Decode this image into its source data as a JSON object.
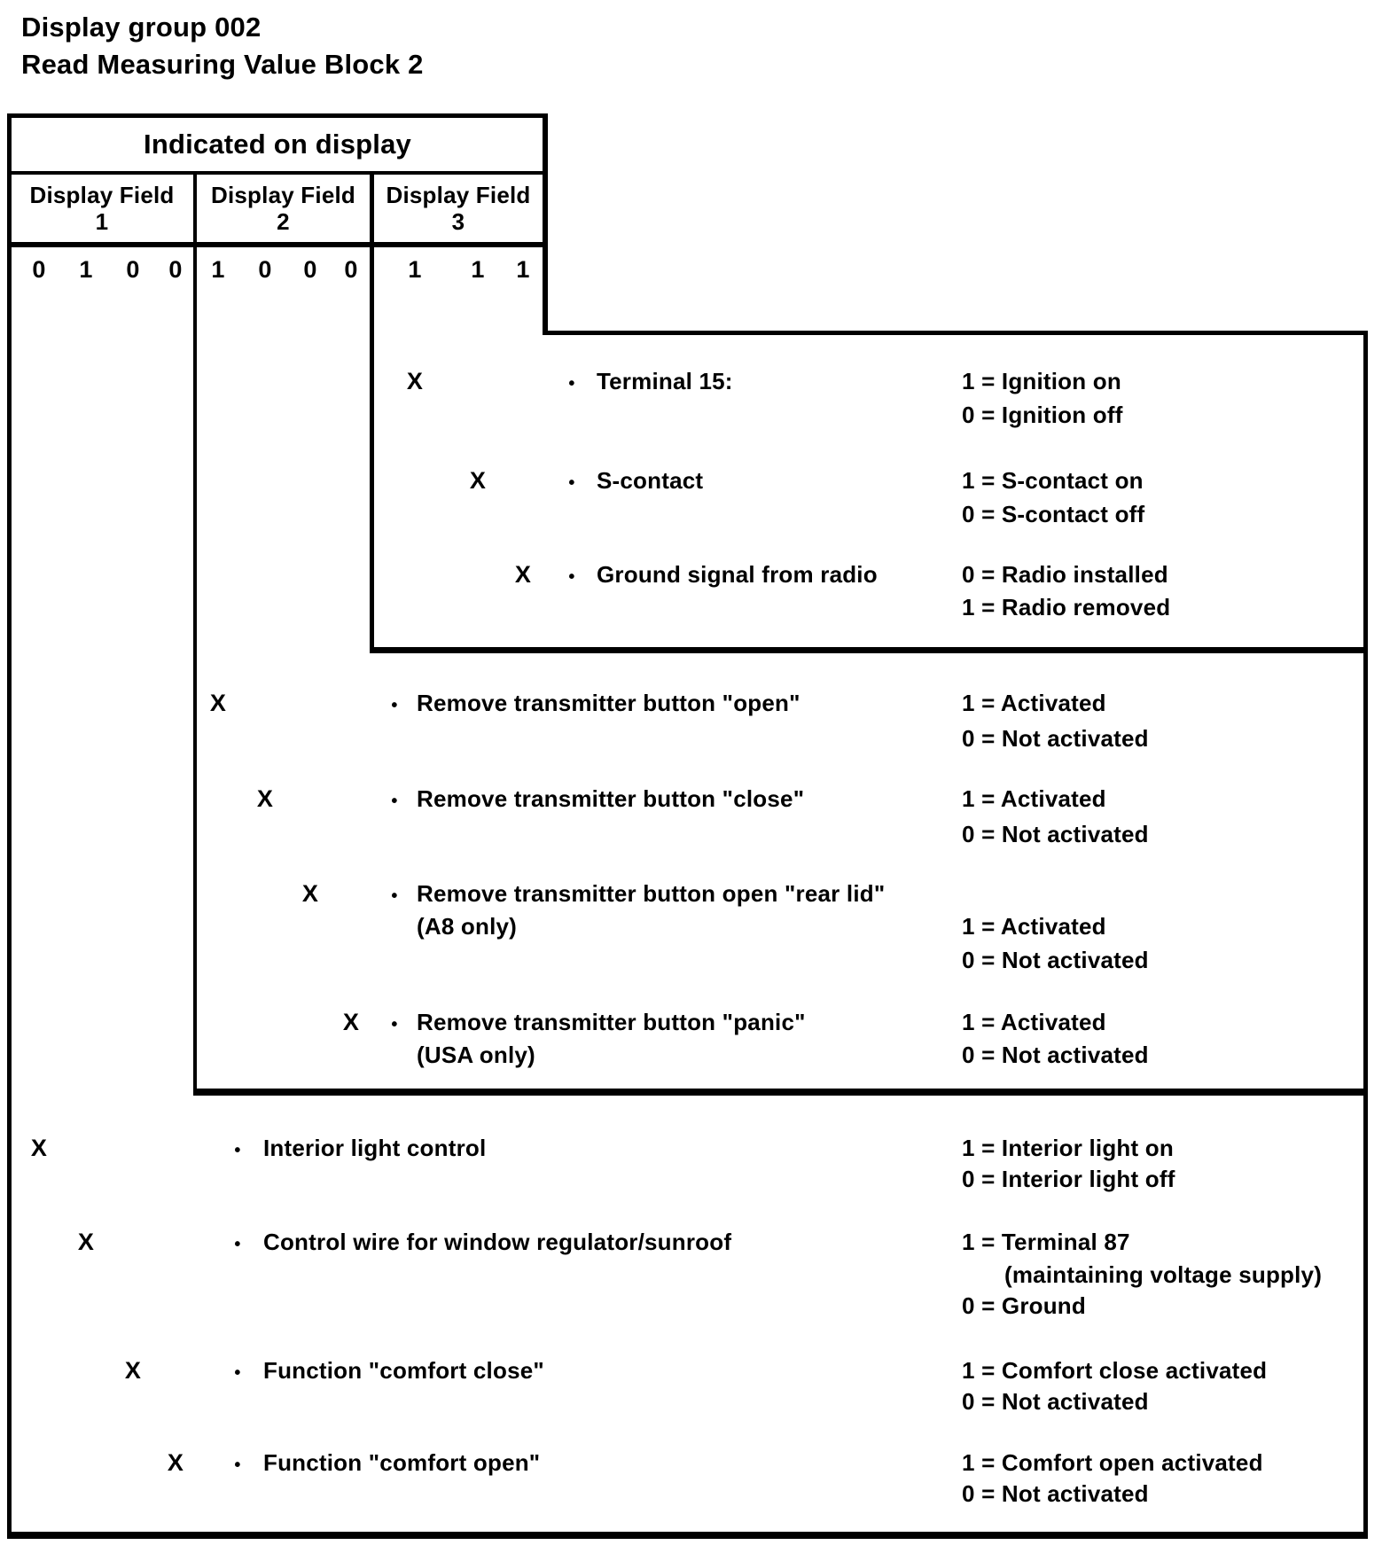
{
  "title": {
    "line1": "Display group 002",
    "line2": "Read Measuring Value Block 2"
  },
  "table": {
    "header": "Indicated on display",
    "columns": [
      {
        "name": "Display Field",
        "number": "1"
      },
      {
        "name": "Display Field",
        "number": "2"
      },
      {
        "name": "Display Field",
        "number": "3"
      }
    ],
    "bits": {
      "field1": [
        "0",
        "1",
        "0",
        "0"
      ],
      "field2": [
        "1",
        "0",
        "0",
        "0"
      ],
      "field3": [
        "1",
        "1",
        "1"
      ]
    }
  },
  "marker": "X",
  "bullet": "•",
  "rows": [
    {
      "id": "terminal-15",
      "field": 3,
      "bit": 1,
      "label": "Terminal 15:",
      "values": [
        "1 = Ignition on",
        "0 = Ignition off"
      ]
    },
    {
      "id": "s-contact",
      "field": 3,
      "bit": 2,
      "label": "S-contact",
      "values": [
        "1 = S-contact on",
        "0 = S-contact off"
      ]
    },
    {
      "id": "ground-signal",
      "field": 3,
      "bit": 3,
      "label": "Ground signal from radio",
      "values": [
        "0 = Radio installed",
        "1 = Radio removed"
      ]
    },
    {
      "id": "tx-open",
      "field": 2,
      "bit": 1,
      "label": "Remove transmitter button \"open\"",
      "values": [
        "1 = Activated",
        "0 = Not activated"
      ]
    },
    {
      "id": "tx-close",
      "field": 2,
      "bit": 2,
      "label": "Remove transmitter button \"close\"",
      "values": [
        "1 = Activated",
        "0 = Not activated"
      ]
    },
    {
      "id": "tx-rear-lid",
      "field": 2,
      "bit": 3,
      "label": "Remove transmitter button open \"rear lid\"",
      "label2": "(A8 only)",
      "values": [
        "1 = Activated",
        "0 = Not activated"
      ]
    },
    {
      "id": "tx-panic",
      "field": 2,
      "bit": 4,
      "label": "Remove transmitter button \"panic\"",
      "label2": "(USA only)",
      "values": [
        "1 = Activated",
        "0 = Not activated"
      ]
    },
    {
      "id": "interior-light",
      "field": 1,
      "bit": 1,
      "label": "Interior light control",
      "values": [
        "1 = Interior light on",
        "0 = Interior light off"
      ]
    },
    {
      "id": "control-wire",
      "field": 1,
      "bit": 2,
      "label": "Control wire for window regulator/sunroof",
      "values": [
        "1 = Terminal 87",
        "(maintaining voltage supply)",
        "0 = Ground"
      ]
    },
    {
      "id": "comfort-close",
      "field": 1,
      "bit": 3,
      "label": "Function \"comfort close\"",
      "values": [
        "1 = Comfort close activated",
        "0 = Not activated"
      ]
    },
    {
      "id": "comfort-open",
      "field": 1,
      "bit": 4,
      "label": "Function \"comfort open\"",
      "values": [
        "1 = Comfort open activated",
        "0 = Not activated"
      ]
    }
  ],
  "colors": {
    "ink": "#000000",
    "paper": "#ffffff"
  }
}
